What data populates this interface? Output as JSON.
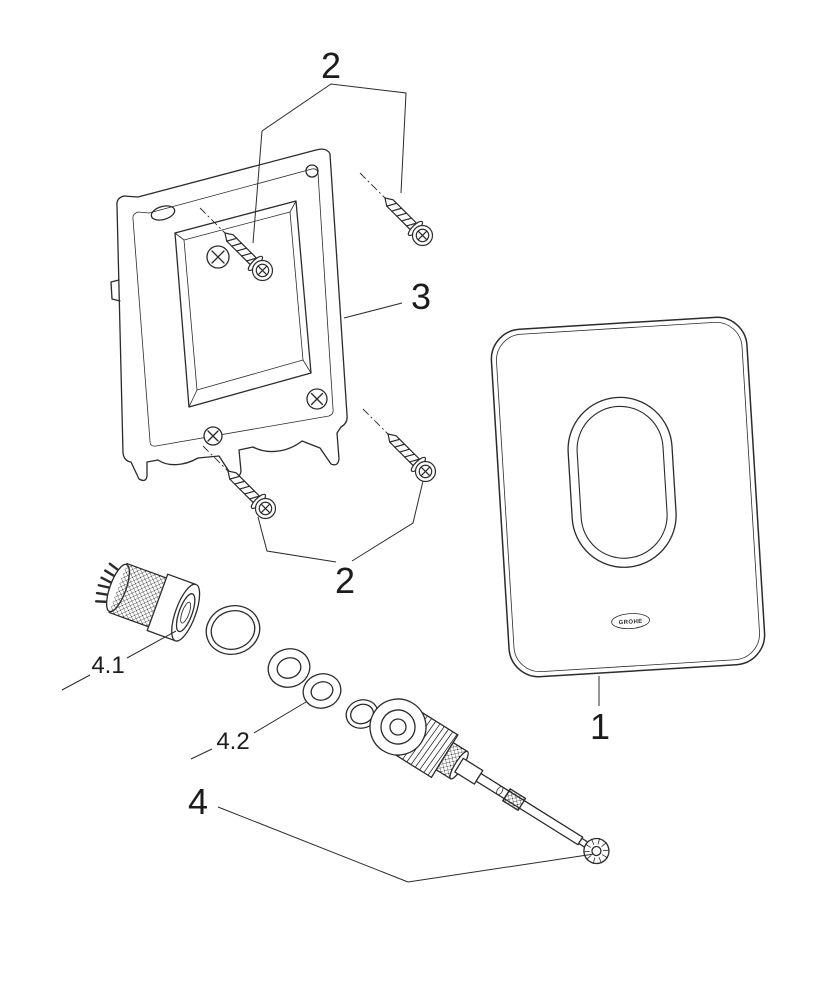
{
  "diagram": {
    "type": "exploded-parts-diagram",
    "labels": {
      "part1": "1",
      "part2_top": "2",
      "part2_bottom": "2",
      "part3": "3",
      "part4": "4",
      "part4_1": "4.1",
      "part4_2": "4.2"
    },
    "plate_logo": "GROHE",
    "colors": {
      "line": "#2b2b2b",
      "background": "#ffffff"
    }
  }
}
